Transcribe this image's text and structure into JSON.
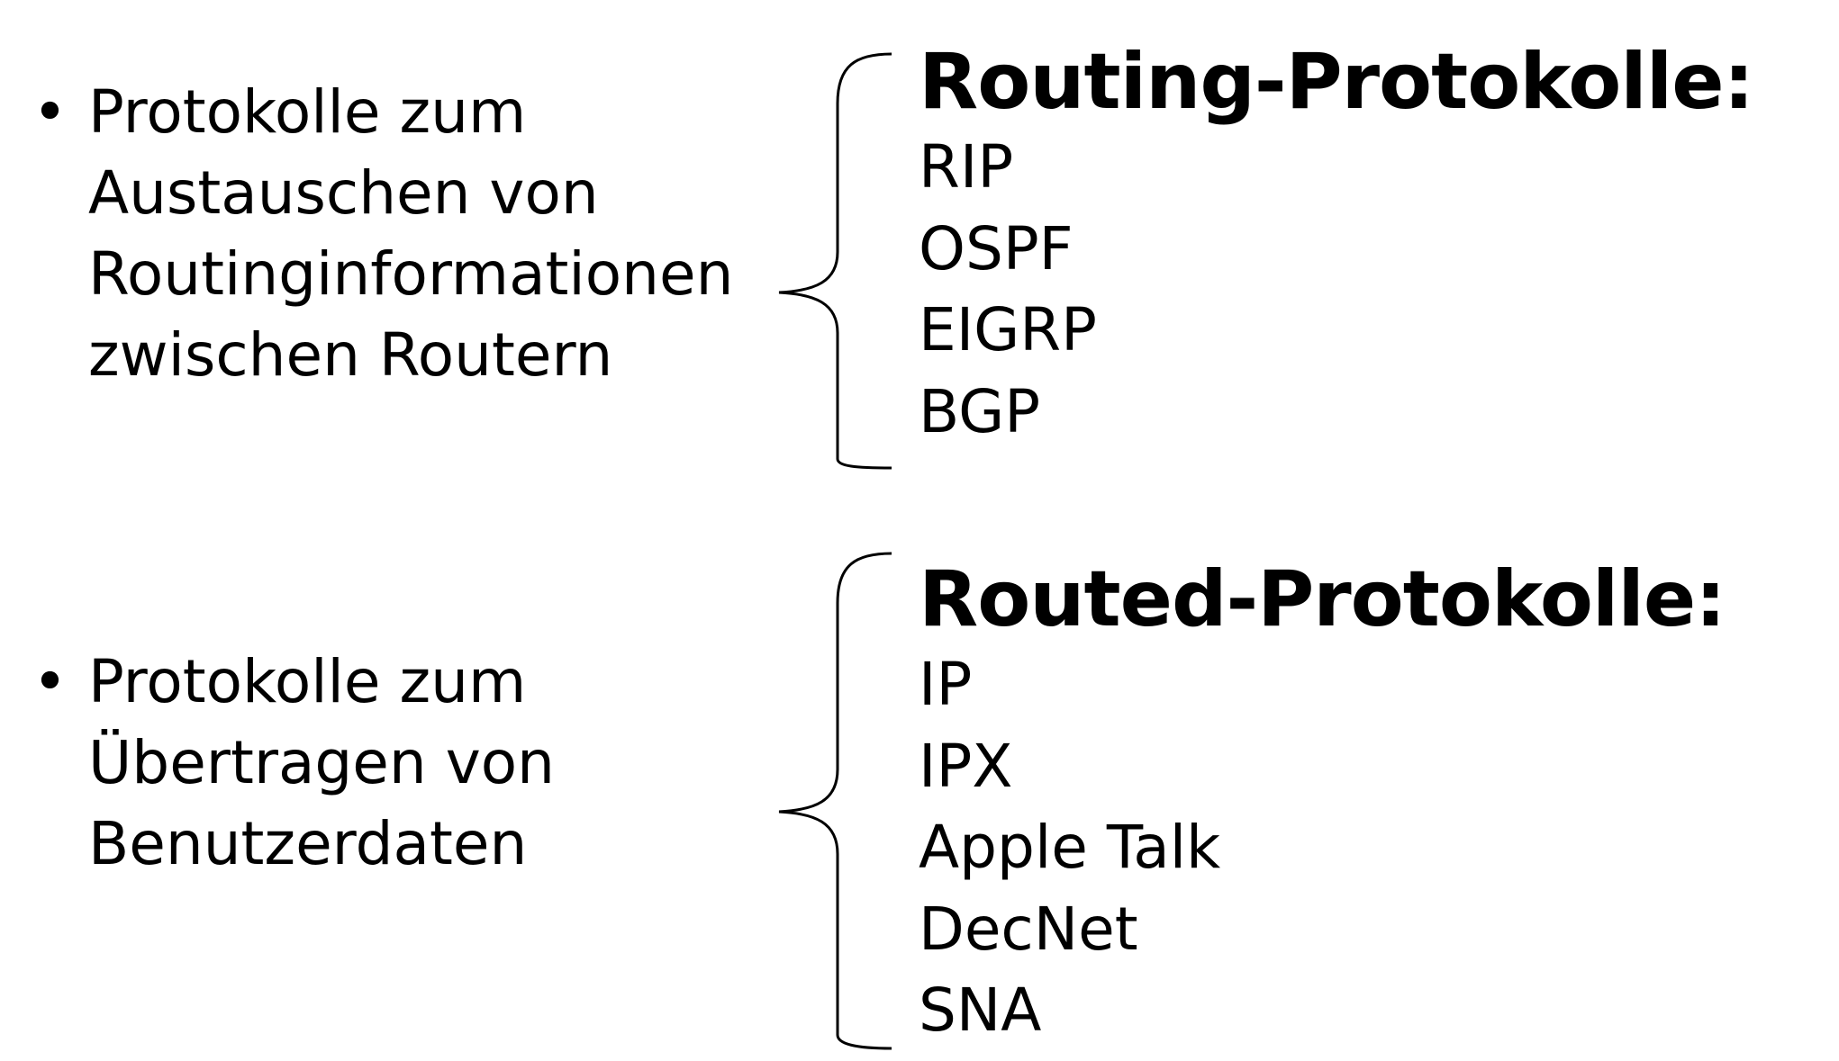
{
  "routing": {
    "bullet_symbol": "•",
    "description_lines": [
      "Protokolle zum",
      "Austauschen von",
      "Routinginformationen",
      "zwischen Routern"
    ],
    "heading": "Routing-Protokolle:",
    "protocols": [
      "RIP",
      "OSPF",
      "EIGRP",
      "BGP"
    ]
  },
  "routed": {
    "bullet_symbol": "•",
    "description_lines": [
      "Protokolle zum",
      "Übertragen von",
      "Benutzerdaten"
    ],
    "heading": "Routed-Protokolle:",
    "protocols": [
      "IP",
      "IPX",
      "Apple Talk",
      "DecNet",
      "SNA"
    ]
  }
}
